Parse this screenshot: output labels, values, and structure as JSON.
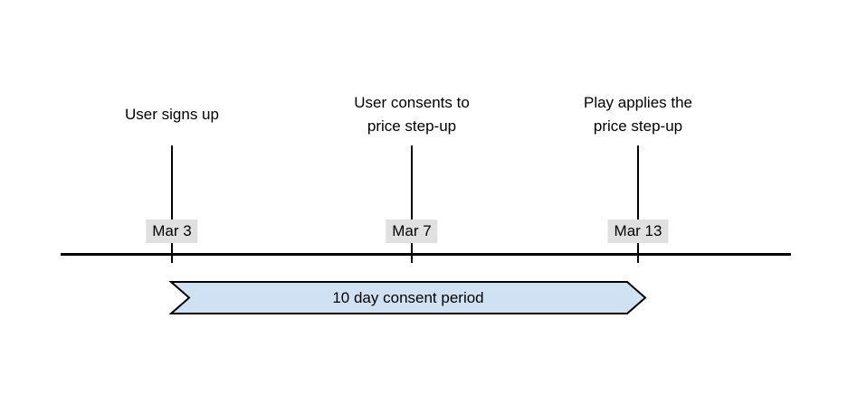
{
  "timeline": {
    "events": [
      {
        "label": "User signs up",
        "date": "Mar 3"
      },
      {
        "label": "User consents to\nprice step-up",
        "date": "Mar 7"
      },
      {
        "label": "Play applies the\nprice step-up",
        "date": "Mar 13"
      }
    ],
    "banner": {
      "label": "10 day consent period"
    }
  },
  "colors": {
    "banner_fill": "#cfe2f3",
    "banner_border": "#000000",
    "date_badge_bg": "#e0e0e0",
    "line": "#000000",
    "background": "#ffffff"
  }
}
